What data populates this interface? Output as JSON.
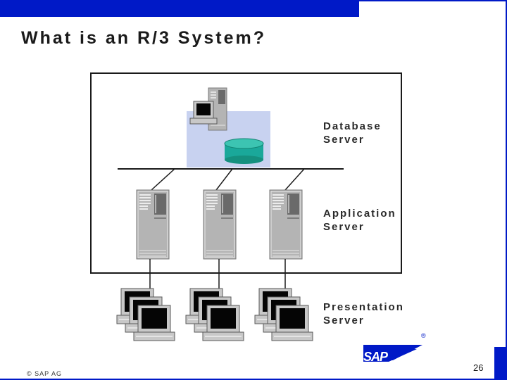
{
  "slide": {
    "title": "What is an R/3 System?",
    "page_number": "26",
    "copyright": "© SAP AG"
  },
  "tiers": {
    "database": "Database\nServer",
    "application": "Application\nServer",
    "presentation": "Presentation\nServer"
  },
  "logo": {
    "text": "SAP",
    "registered": "®"
  },
  "colors": {
    "title_bar": "#0019c7",
    "db_panel": "#c8d2f0",
    "db_cylinder": "#1aa89a",
    "server_gray": "#b4b4b4",
    "sap_blue": "#0019c7"
  }
}
